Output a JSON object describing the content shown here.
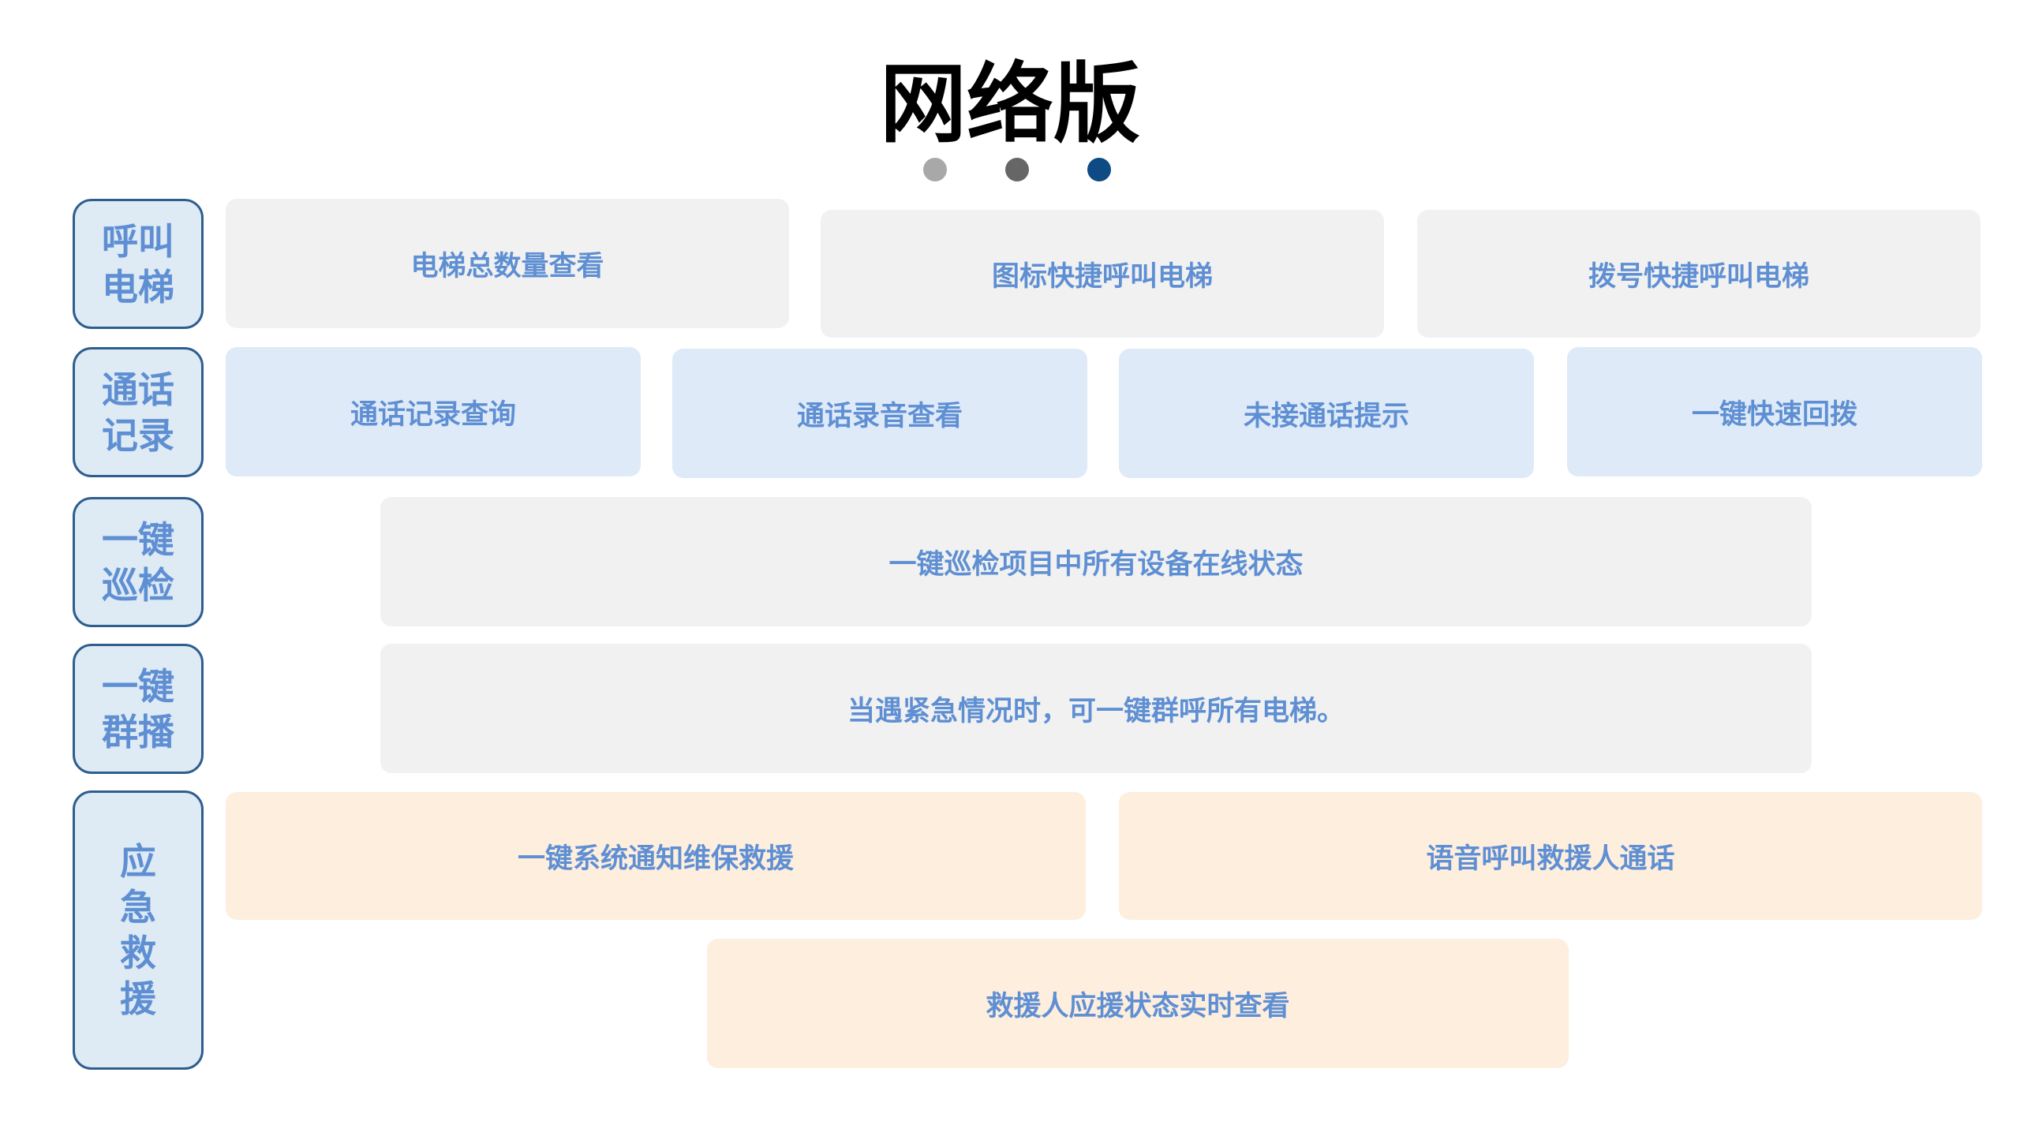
{
  "title": "网络版",
  "colors": {
    "dot_light": "#a8a8a8",
    "dot_mid": "#666666",
    "dot_dark": "#0e4a84",
    "text_accent": "#5f8fd3"
  },
  "rows": [
    {
      "label": "呼叫\n电梯",
      "items": [
        "电梯总数量查看",
        "图标快捷呼叫电梯",
        "拨号快捷呼叫电梯"
      ]
    },
    {
      "label": "通话\n记录",
      "items": [
        "通话记录查询",
        "通话录音查看",
        "未接通话提示",
        "一键快速回拨"
      ]
    },
    {
      "label": "一键\n巡检",
      "items": [
        "一键巡检项目中所有设备在线状态"
      ]
    },
    {
      "label": "一键\n群播",
      "items": [
        "当遇紧急情况时，可一键群呼所有电梯。"
      ]
    },
    {
      "label": "应\n急\n救\n援",
      "items": [
        "一键系统通知维保救援",
        "语音呼叫救援人通话",
        "救援人应援状态实时查看"
      ]
    }
  ]
}
